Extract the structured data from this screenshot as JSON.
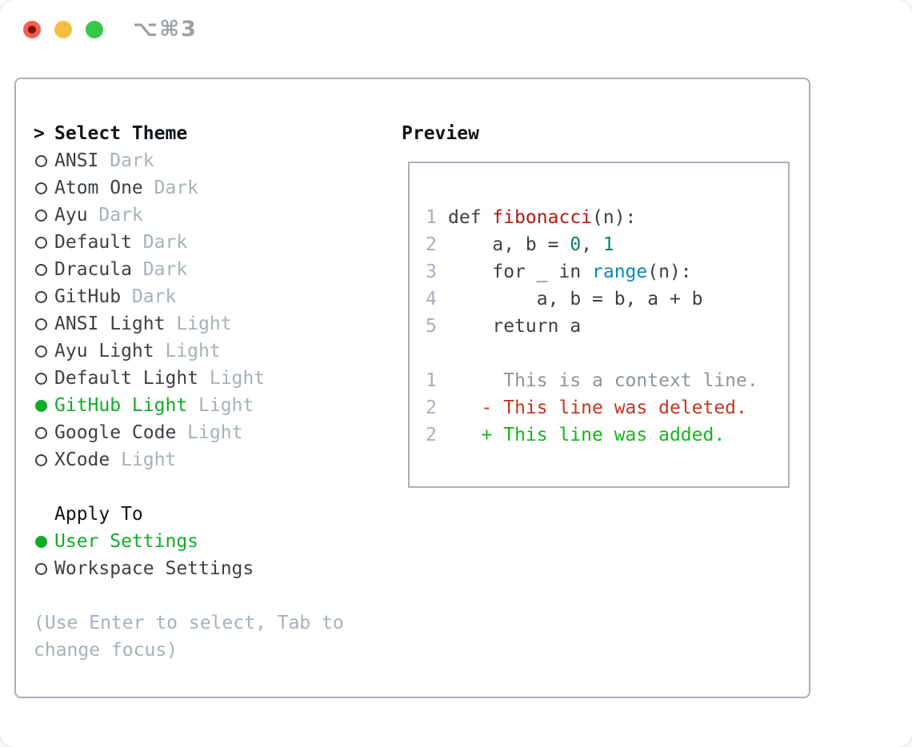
{
  "window": {
    "title": "⌥⌘3",
    "traffic_lights": [
      "close",
      "minimize",
      "zoom"
    ]
  },
  "colors": {
    "selected_green": "#0fad2a",
    "added_green": "#16b51e",
    "deleted_red": "#c63420",
    "function_red": "#b01b0e",
    "number_teal": "#0b7d72",
    "builtin_blue": "#0d84c1",
    "dim_gray": "#a7b0bc",
    "context_gray": "#8d949c",
    "text": "#3c4147",
    "border_gray": "#a9b1ba",
    "traffic_red": "#f15f51",
    "traffic_yellow": "#f7bd40",
    "traffic_green": "#37c74b"
  },
  "theme_picker": {
    "cursor": ">",
    "title": "Select Theme",
    "options": [
      {
        "label": "ANSI",
        "variant": "Dark",
        "selected": false
      },
      {
        "label": "Atom One",
        "variant": "Dark",
        "selected": false
      },
      {
        "label": "Ayu",
        "variant": "Dark",
        "selected": false
      },
      {
        "label": "Default",
        "variant": "Dark",
        "selected": false
      },
      {
        "label": "Dracula",
        "variant": "Dark",
        "selected": false
      },
      {
        "label": "GitHub",
        "variant": "Dark",
        "selected": false
      },
      {
        "label": "ANSI Light",
        "variant": "Light",
        "selected": false
      },
      {
        "label": "Ayu Light",
        "variant": "Light",
        "selected": false
      },
      {
        "label": "Default Light",
        "variant": "Light",
        "selected": false
      },
      {
        "label": "GitHub Light",
        "variant": "Light",
        "selected": true
      },
      {
        "label": "Google Code",
        "variant": "Light",
        "selected": false
      },
      {
        "label": "XCode",
        "variant": "Light",
        "selected": false
      }
    ]
  },
  "apply_to": {
    "title": "Apply To",
    "options": [
      {
        "label": "User Settings",
        "selected": true
      },
      {
        "label": "Workspace Settings",
        "selected": false
      }
    ]
  },
  "hint": "(Use Enter to select, Tab to change focus)",
  "preview": {
    "title": "Preview",
    "code_lines": [
      {
        "num": "1",
        "tokens": [
          [
            "def ",
            "plain"
          ],
          [
            "fibonacci",
            "func"
          ],
          [
            "(n):",
            "plain"
          ]
        ]
      },
      {
        "num": "2",
        "tokens": [
          [
            "    a, b = ",
            "plain"
          ],
          [
            "0",
            "num"
          ],
          [
            ", ",
            "plain"
          ],
          [
            "1",
            "num"
          ]
        ]
      },
      {
        "num": "3",
        "tokens": [
          [
            "    for _ in ",
            "plain"
          ],
          [
            "range",
            "builtin"
          ],
          [
            "(n):",
            "plain"
          ]
        ]
      },
      {
        "num": "4",
        "tokens": [
          [
            "        a, b = b, a + b",
            "plain"
          ]
        ]
      },
      {
        "num": "5",
        "tokens": [
          [
            "    return a",
            "plain"
          ]
        ]
      }
    ],
    "diff_lines": [
      {
        "num": "1",
        "text": "     This is a context line.",
        "kind": "context"
      },
      {
        "num": "2",
        "text": "   - This line was deleted.",
        "kind": "deleted"
      },
      {
        "num": "2",
        "text": "   + This line was added.",
        "kind": "added"
      }
    ]
  }
}
